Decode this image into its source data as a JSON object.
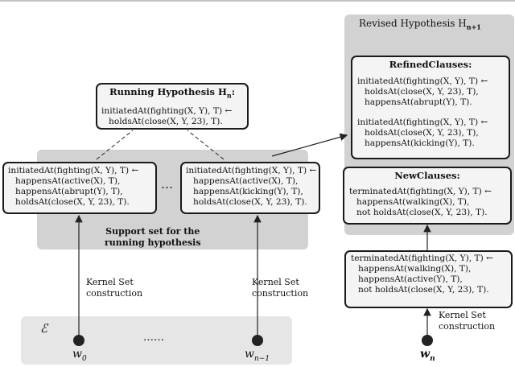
{
  "revised": {
    "title": "Revised Hypothesis H",
    "title_sub": "n+1",
    "refined_title": "RefinedClauses:",
    "clause1": [
      "initiatedAt(fighting(X, Y), T)  ←",
      "holdsAt(close(X, Y, 23), T),",
      "happensAt(abrupt(Y), T)."
    ],
    "clause2": [
      "initiatedAt(fighting(X, Y), T)  ←",
      "holdsAt(close(X, Y, 23), T),",
      "happensAt(kicking(Y), T)."
    ],
    "new_title": "NewClauses:",
    "new_clause": [
      "terminatedAt(fighting(X, Y), T)  ←",
      "happensAt(walking(X), T),",
      "not holdsAt(close(X, Y, 23), T)."
    ]
  },
  "running": {
    "title": "Running Hypothesis H",
    "title_sub": "n",
    "line1": "initiatedAt(fighting(X, Y), T)  ←",
    "line2": "holdsAt(close(X, Y, 23), T)."
  },
  "support": {
    "left": [
      "initiatedAt(fighting(X, Y), T)  ←",
      "happensAt(active(X), T),",
      "happensAt(abrupt(Y), T),",
      "holdsAt(close(X, Y, 23), T)."
    ],
    "right": [
      "initiatedAt(fighting(X, Y), T)  ←",
      "happensAt(active(X), T),",
      "happensAt(kicking(Y), T),",
      "holdsAt(close(X, Y, 23), T)."
    ],
    "ellipsis": "…",
    "label1": "Support set for the",
    "label2": "running hypothesis"
  },
  "kernel": {
    "clause": [
      "terminatedAt(fighting(X, Y), T)  ←",
      "happensAt(walking(X), T),",
      "happensAt(active(Y), T),",
      "not holdsAt(close(X, Y, 23), T)."
    ],
    "left_label": [
      "Kernel Set",
      "construction"
    ],
    "mid_label": [
      "Kernel Set",
      "construction"
    ],
    "right_label": [
      "Kernel Set",
      "construction"
    ]
  },
  "examples": {
    "set_symbol": "ℰ",
    "w0": "w0",
    "dots": "……",
    "wn1": "wn−1",
    "wn": "wn"
  }
}
